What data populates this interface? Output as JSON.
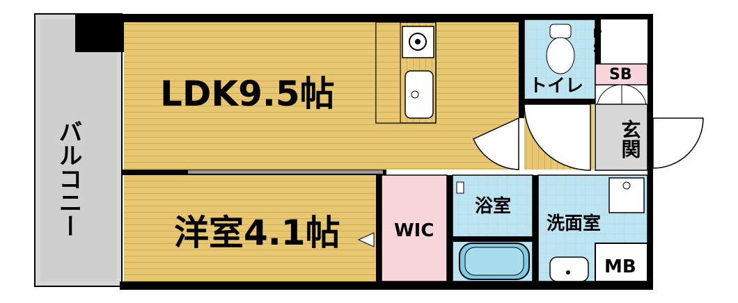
{
  "labels": {
    "ldk": "LDK9.5帖",
    "western_room": "洋室4.1帖",
    "balcony": "バルコニー",
    "toilet": "トイレ",
    "ps": "PS",
    "sb": "SB",
    "entrance": "玄関",
    "bathroom": "浴室",
    "washroom": "洗面室",
    "wic": "WIC",
    "mb": "MB"
  },
  "colors": {
    "wood_floor": "#e8c772",
    "wood_line": "#d2ad55",
    "tile_blue": "#bfe4f1",
    "wic_pink": "#f9d6dc",
    "sb_pink": "#f9d6dc",
    "balcony_gray": "#d7d7d7",
    "entrance_gray": "#d7d7d7",
    "wall": "#000000"
  }
}
